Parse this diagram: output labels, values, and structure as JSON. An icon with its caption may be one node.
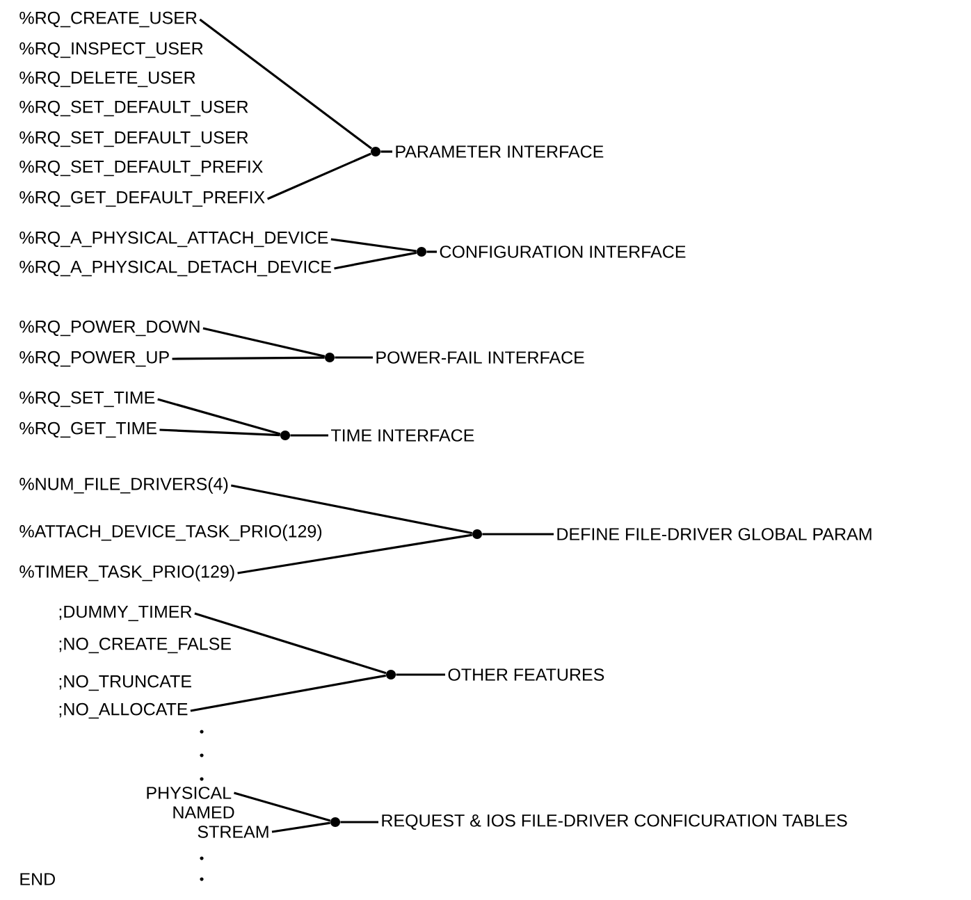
{
  "diagram": {
    "nodes": [
      {
        "text": [
          "%RQ_CREATE_USER"
        ]
      },
      {
        "text": [
          "%RQ_GET_DEFAULT_PREFIX"
        ]
      },
      {
        "text": [],
        "shape": "circle"
      },
      {
        "text": [
          "PARAMETER INTERFACE"
        ]
      },
      {
        "text": [
          "%RQ_A_PHYSICAL_ATTACH_DEVICE"
        ]
      },
      {
        "text": [
          "%RQ_A_PHYSICAL_DETACH_DEVICE"
        ]
      },
      {
        "text": [],
        "shape": "circle"
      },
      {
        "text": [
          "CONFIGURATION INTERFACE"
        ]
      },
      {
        "text": [
          "%RQ_POWER_DOWN"
        ]
      },
      {
        "text": [
          "%RQ_POWER_UP"
        ]
      },
      {
        "text": [],
        "shape": "circle"
      },
      {
        "text": [
          "POWER-FAIL INTERFACE"
        ]
      },
      {
        "text": [
          "%RQ_SET_TIME"
        ]
      },
      {
        "text": [
          "%RQ_GET_TIME"
        ]
      },
      {
        "text": [],
        "shape": "circle"
      },
      {
        "text": [
          "TIME INTERFACE"
        ]
      },
      {
        "text": [
          "%NUM_FILE_DRIVERS(4)"
        ]
      },
      {
        "text": [
          "%TIMER_TASK_PRIO(129)"
        ]
      },
      {
        "text": [],
        "shape": "circle"
      },
      {
        "text": [
          "DEFINE FILE-DRIVER GLOBAL PARAM"
        ]
      },
      {
        "text": [
          ";DUMMY_TIMER"
        ]
      },
      {
        "text": [
          ";NO_ALLOCATE"
        ]
      },
      {
        "text": [],
        "shape": "circle"
      },
      {
        "text": [
          "OTHER FEATURES"
        ]
      },
      {
        "text": [
          "PHYSICAL"
        ]
      },
      {
        "text": [
          "STREAM"
        ]
      },
      {
        "text": [],
        "shape": "circle"
      },
      {
        "text": [
          "REQUEST & IOS FILE-DRIVER CONFICURATION TABLES"
        ]
      }
    ],
    "edges": [
      {
        "from": 0,
        "to": 2,
        "arrow": "none"
      },
      {
        "from": 1,
        "to": 2,
        "arrow": "none"
      },
      {
        "from": 2,
        "to": 3,
        "arrow": "none"
      },
      {
        "from": 4,
        "to": 6,
        "arrow": "none"
      },
      {
        "from": 5,
        "to": 6,
        "arrow": "none"
      },
      {
        "from": 6,
        "to": 7,
        "arrow": "none"
      },
      {
        "from": 8,
        "to": 10,
        "arrow": "none"
      },
      {
        "from": 9,
        "to": 10,
        "arrow": "none"
      },
      {
        "from": 10,
        "to": 11,
        "arrow": "none"
      },
      {
        "from": 12,
        "to": 14,
        "arrow": "none"
      },
      {
        "from": 13,
        "to": 14,
        "arrow": "none"
      },
      {
        "from": 14,
        "to": 15,
        "arrow": "none"
      },
      {
        "from": 16,
        "to": 18,
        "arrow": "none"
      },
      {
        "from": 17,
        "to": 18,
        "arrow": "none"
      },
      {
        "from": 18,
        "to": 19,
        "arrow": "none"
      },
      {
        "from": 20,
        "to": 22,
        "arrow": "none"
      },
      {
        "from": 21,
        "to": 22,
        "arrow": "none"
      },
      {
        "from": 22,
        "to": 23,
        "arrow": "none"
      },
      {
        "from": 24,
        "to": 26,
        "arrow": "none"
      },
      {
        "from": 25,
        "to": 26,
        "arrow": "none"
      },
      {
        "from": 26,
        "to": 27,
        "arrow": "none"
      }
    ],
    "labels": [
      "%RQ_INSPECT_USER",
      "%RQ_DELETE_USER",
      "%RQ_SET_DEFAULT_USER",
      "%RQ_SET_DEFAULT_USER",
      "%RQ_SET_DEFAULT_PREFIX",
      "%ATTACH_DEVICE_TASK_PRIO(129)",
      ";NO_CREATE_FALSE",
      ";NO_TRUNCATE",
      "NAMED",
      "END"
    ]
  }
}
